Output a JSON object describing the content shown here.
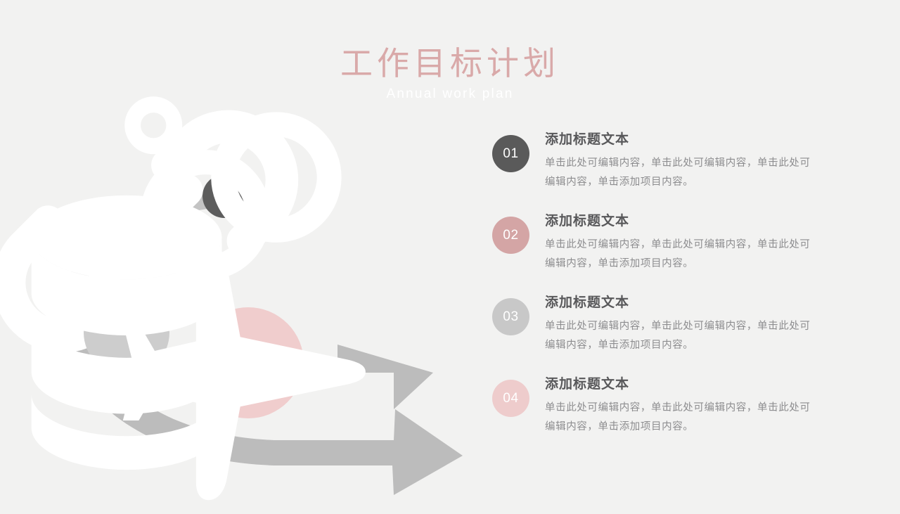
{
  "theme": {
    "background": "#f2f2f1",
    "title_color": "#d9a9a9",
    "subtitle_color": "#ffffff",
    "arrow_color": "#bcbcbc",
    "heading_color": "#58585a",
    "body_color": "#8d8d8f"
  },
  "header": {
    "title": "工作目标计划",
    "subtitle": "Annual work plan"
  },
  "graphic": {
    "nodes": [
      {
        "icon": "connect-rings-icon",
        "color": "#5d5d5d"
      },
      {
        "icon": "chain-link-icon",
        "color": "#cd9a9a"
      },
      {
        "icon": "database-icon",
        "color": "#cdcdcd"
      },
      {
        "icon": "airplane-icon",
        "color": "#f0cdcd"
      }
    ],
    "arrow": {
      "icon": "curved-arrow-icon",
      "color": "#bcbcbc"
    }
  },
  "items": [
    {
      "number": "01",
      "color": "#5a5a5a",
      "title": "添加标题文本",
      "desc": "单击此处可编辑内容，单击此处可编辑内容，单击此处可编辑内容，单击添加项目内容。"
    },
    {
      "number": "02",
      "color": "#d4a5a5",
      "title": "添加标题文本",
      "desc": "单击此处可编辑内容，单击此处可编辑内容，单击此处可编辑内容，单击添加项目内容。"
    },
    {
      "number": "03",
      "color": "#c8c8c8",
      "title": "添加标题文本",
      "desc": "单击此处可编辑内容，单击此处可编辑内容，单击此处可编辑内容，单击添加项目内容。"
    },
    {
      "number": "04",
      "color": "#eecccc",
      "title": "添加标题文本",
      "desc": "单击此处可编辑内容，单击此处可编辑内容，单击此处可编辑内容，单击添加项目内容。"
    }
  ]
}
